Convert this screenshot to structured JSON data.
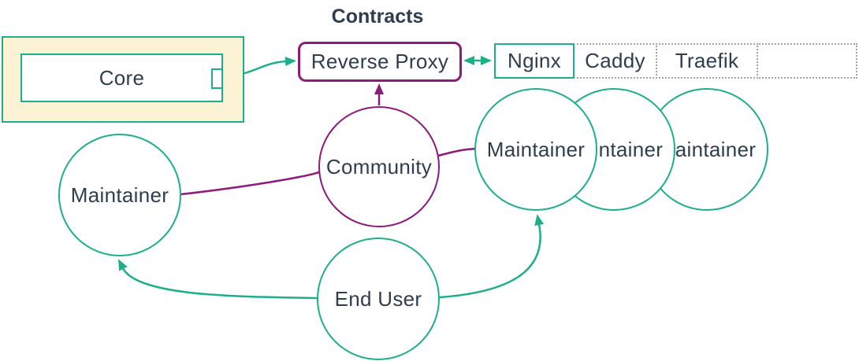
{
  "title": "Contracts",
  "colors": {
    "teal": "#1CB08A",
    "purple": "#8E1A7C",
    "text": "#2E3E4E",
    "core_fill": "#FBF3D3",
    "dotted_border": "#A3A3A3",
    "node_fill": "#FFFFFF"
  },
  "nodes": {
    "core": {
      "label": "Core"
    },
    "reverse_proxy": {
      "label": "Reverse Proxy"
    },
    "proxy_row": {
      "cells": [
        {
          "label": "Nginx",
          "border": "solid-teal"
        },
        {
          "label": "Caddy",
          "border": "dotted-gray"
        },
        {
          "label": "Traefik",
          "border": "dotted-gray"
        },
        {
          "label": "",
          "border": "dotted-gray"
        }
      ]
    },
    "maintainer_left": {
      "label": "Maintainer"
    },
    "community": {
      "label": "Community"
    },
    "maintainers_right": [
      {
        "label": "Maintainer"
      },
      {
        "label": "Maintainer"
      },
      {
        "label": "Maintainer"
      }
    ],
    "end_user": {
      "label": "End User"
    }
  },
  "edges": [
    {
      "from": "core",
      "to": "reverse_proxy",
      "color": "teal",
      "arrow": "end"
    },
    {
      "from": "reverse_proxy",
      "to": "nginx",
      "color": "teal",
      "arrow": "both"
    },
    {
      "from": "community",
      "to": "reverse_proxy",
      "color": "purple",
      "arrow": "end"
    },
    {
      "from": "community",
      "to": "maintainer_left",
      "color": "purple",
      "arrow": "none"
    },
    {
      "from": "community",
      "to": "maintainers_right",
      "color": "purple",
      "arrow": "none"
    },
    {
      "from": "end_user",
      "to": "maintainer_left",
      "color": "teal",
      "arrow": "end"
    },
    {
      "from": "end_user",
      "to": "maintainers_right",
      "color": "teal",
      "arrow": "end"
    }
  ]
}
